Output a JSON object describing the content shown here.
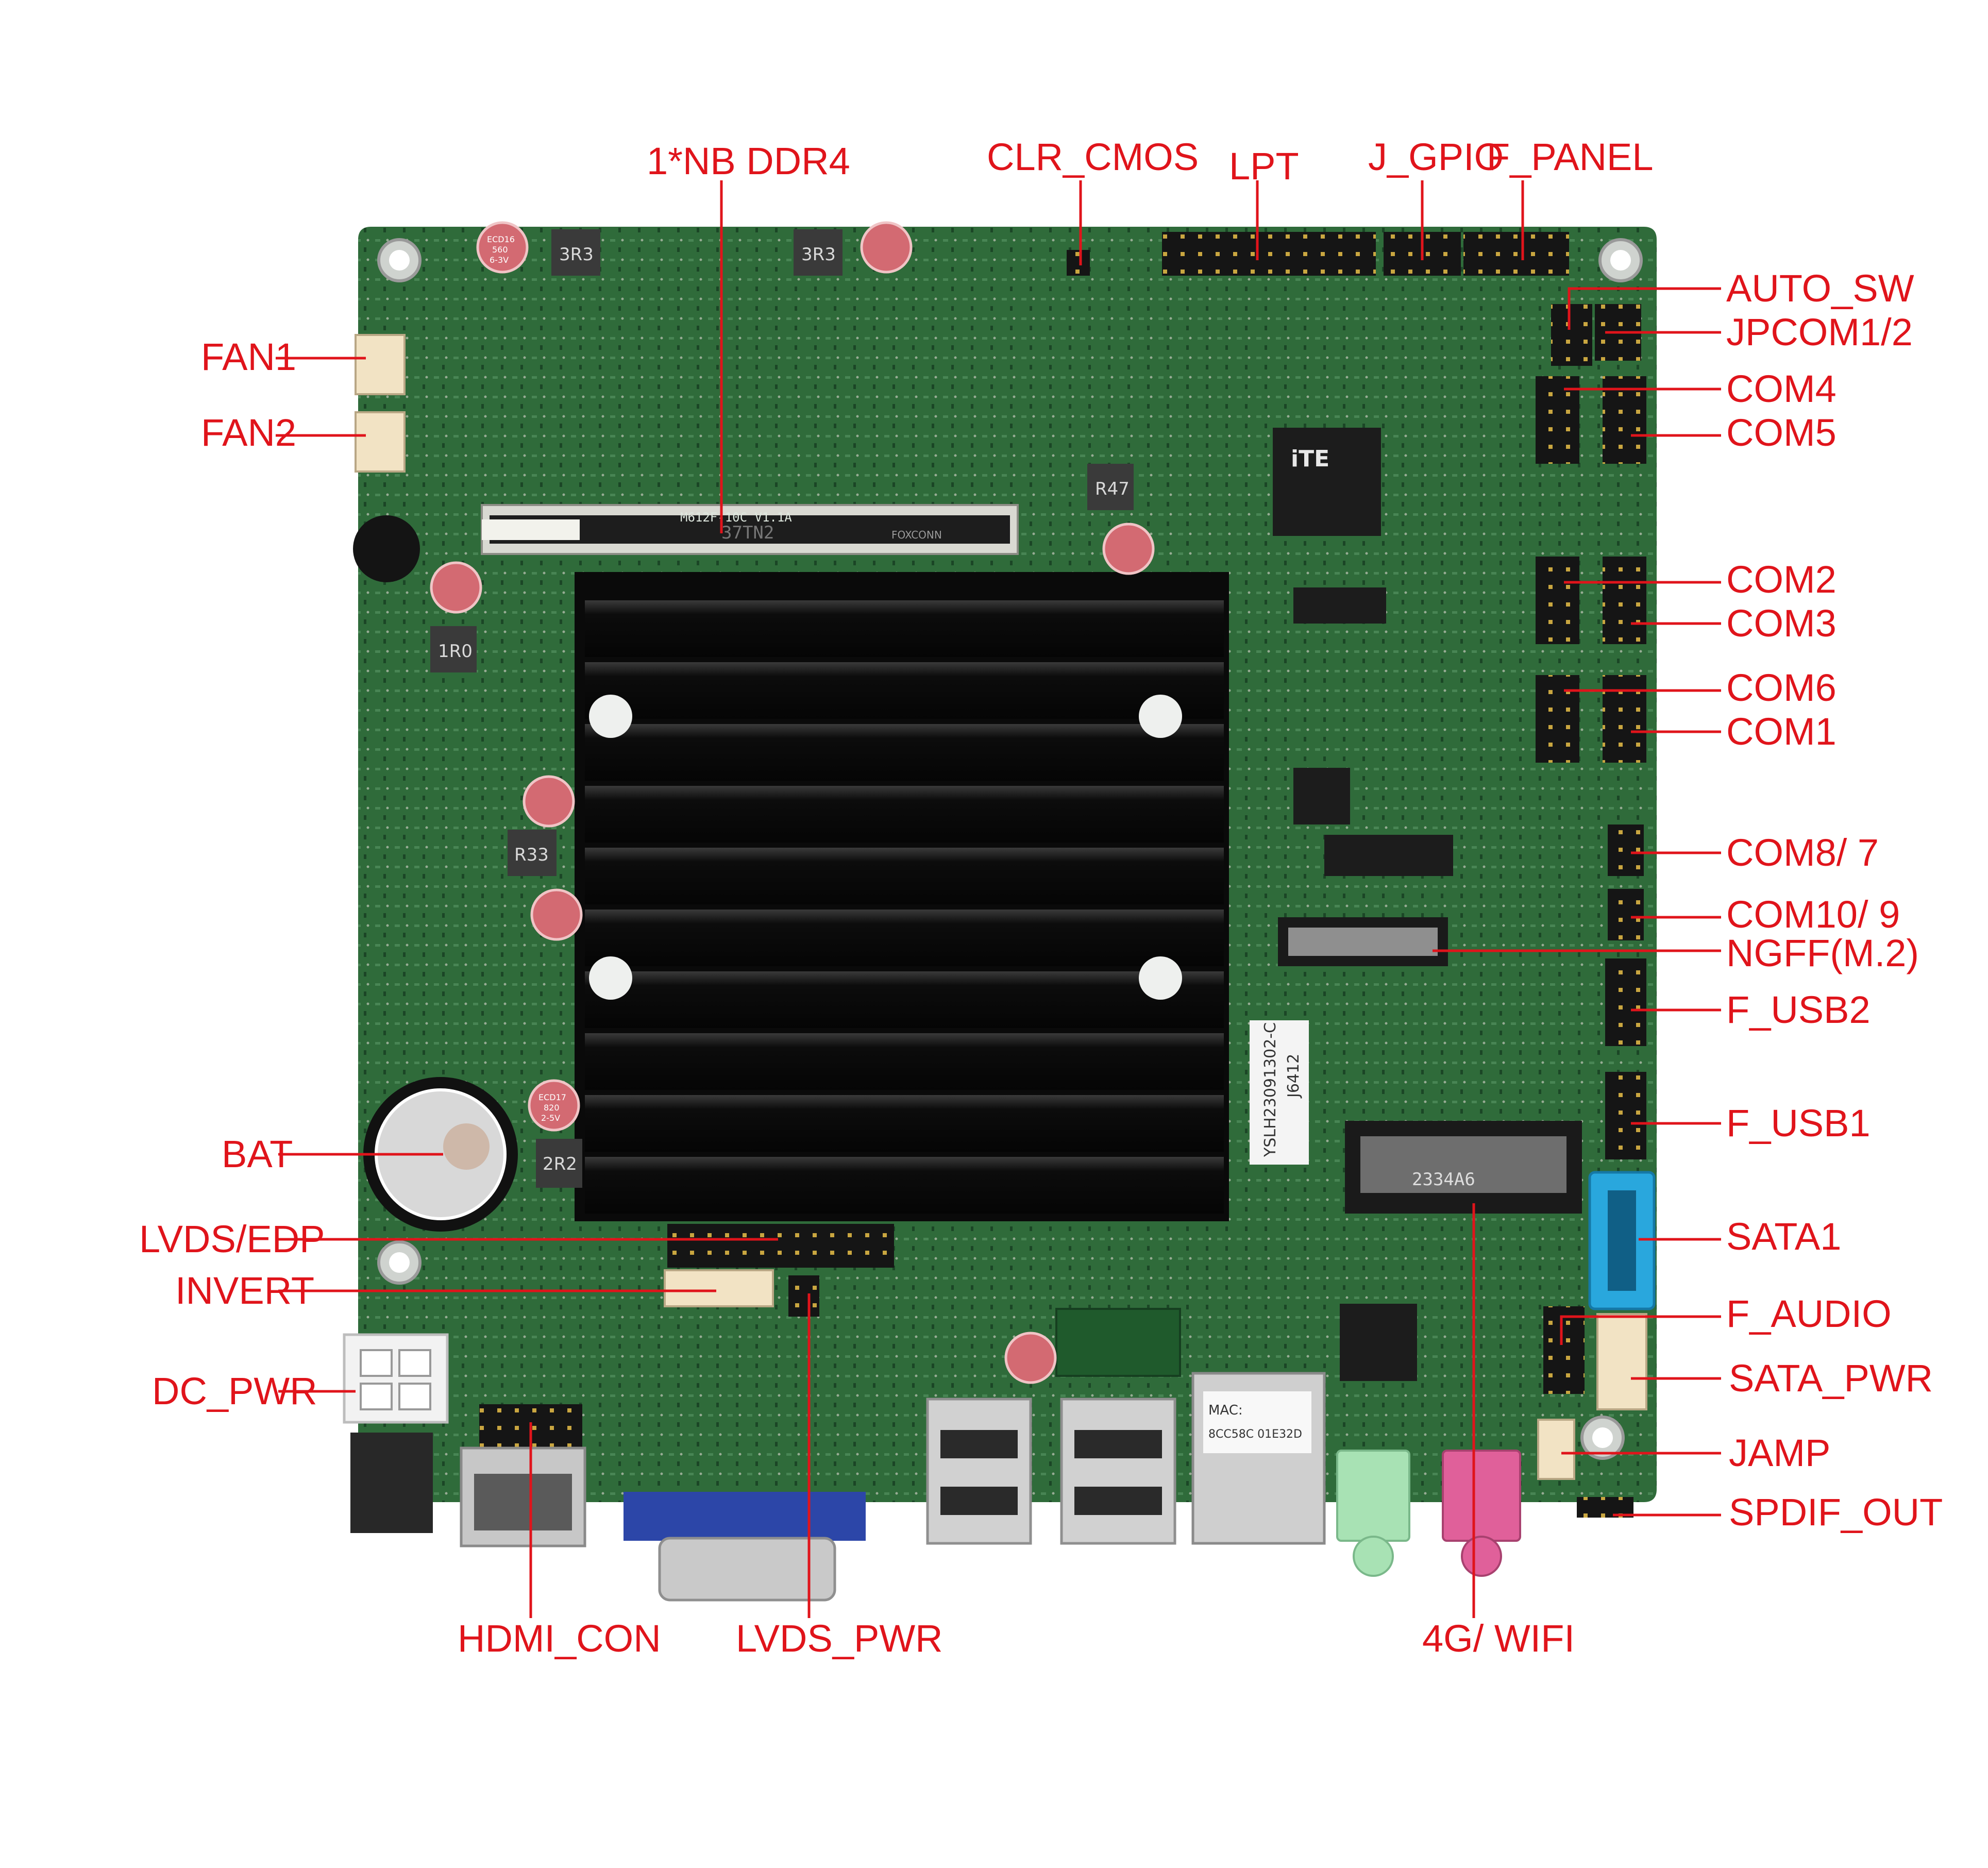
{
  "colors": {
    "label": "#e0141b",
    "pcb": "#2f6b3a",
    "pcb_dark": "#1e4a28",
    "heatsink": "#0c0c0c",
    "sata": "#29a7dd",
    "audio_green": "#a8e2b4",
    "audio_pink": "#e0609a",
    "vga_blue": "#2c46a8"
  },
  "board_text": {
    "model": "M612F-10C V1.1A",
    "serial": "YSLH23091302-C",
    "cpu": "J6412",
    "ngff_chip": "2334A6",
    "dimm_brand": "FOXCONN",
    "dimm_code": "37TN2",
    "ite": "iTE",
    "mac": "MAC:",
    "mac_val": "8CC58C 01E32D",
    "ind_3r3a": "3R3",
    "ind_3r3b": "3R3",
    "ind_r47": "R47",
    "ind_1r0": "1R0",
    "ind_r33": "R33",
    "ind_2r2": "2R2",
    "cap_ecd16": "ECD16",
    "cap_560": "560",
    "cap_6v3": "6-3V",
    "cap_ecd17": "ECD17",
    "cap_820": "820",
    "cap_25v": "2-5V"
  },
  "labels": {
    "ddr4": "1*NB DDR4",
    "clr_cmos": "CLR_CMOS",
    "lpt": "LPT",
    "j_gpio": "J_GPIO",
    "f_panel": "F_PANEL",
    "auto_sw": "AUTO_SW",
    "jpcom": "JPCOM1/2",
    "com4": "COM4",
    "com5": "COM5",
    "com2": "COM2",
    "com3": "COM3",
    "com6": "COM6",
    "com1": "COM1",
    "com87": "COM8/ 7",
    "com109": "COM10/ 9",
    "ngff": "NGFF(M.2)",
    "f_usb2": "F_USB2",
    "f_usb1": "F_USB1",
    "sata1": "SATA1",
    "f_audio": "F_AUDIO",
    "sata_pwr": "SATA_PWR",
    "jamp": "JAMP",
    "spdif_out": "SPDIF_OUT",
    "fan1": "FAN1",
    "fan2": "FAN2",
    "bat": "BAT",
    "lvds_edp": "LVDS/EDP",
    "invert": "INVERT",
    "dc_pwr": "DC_PWR",
    "hdmi_con": "HDMI_CON",
    "lvds_pwr": "LVDS_PWR",
    "wifi": "4G/ WIFI"
  }
}
